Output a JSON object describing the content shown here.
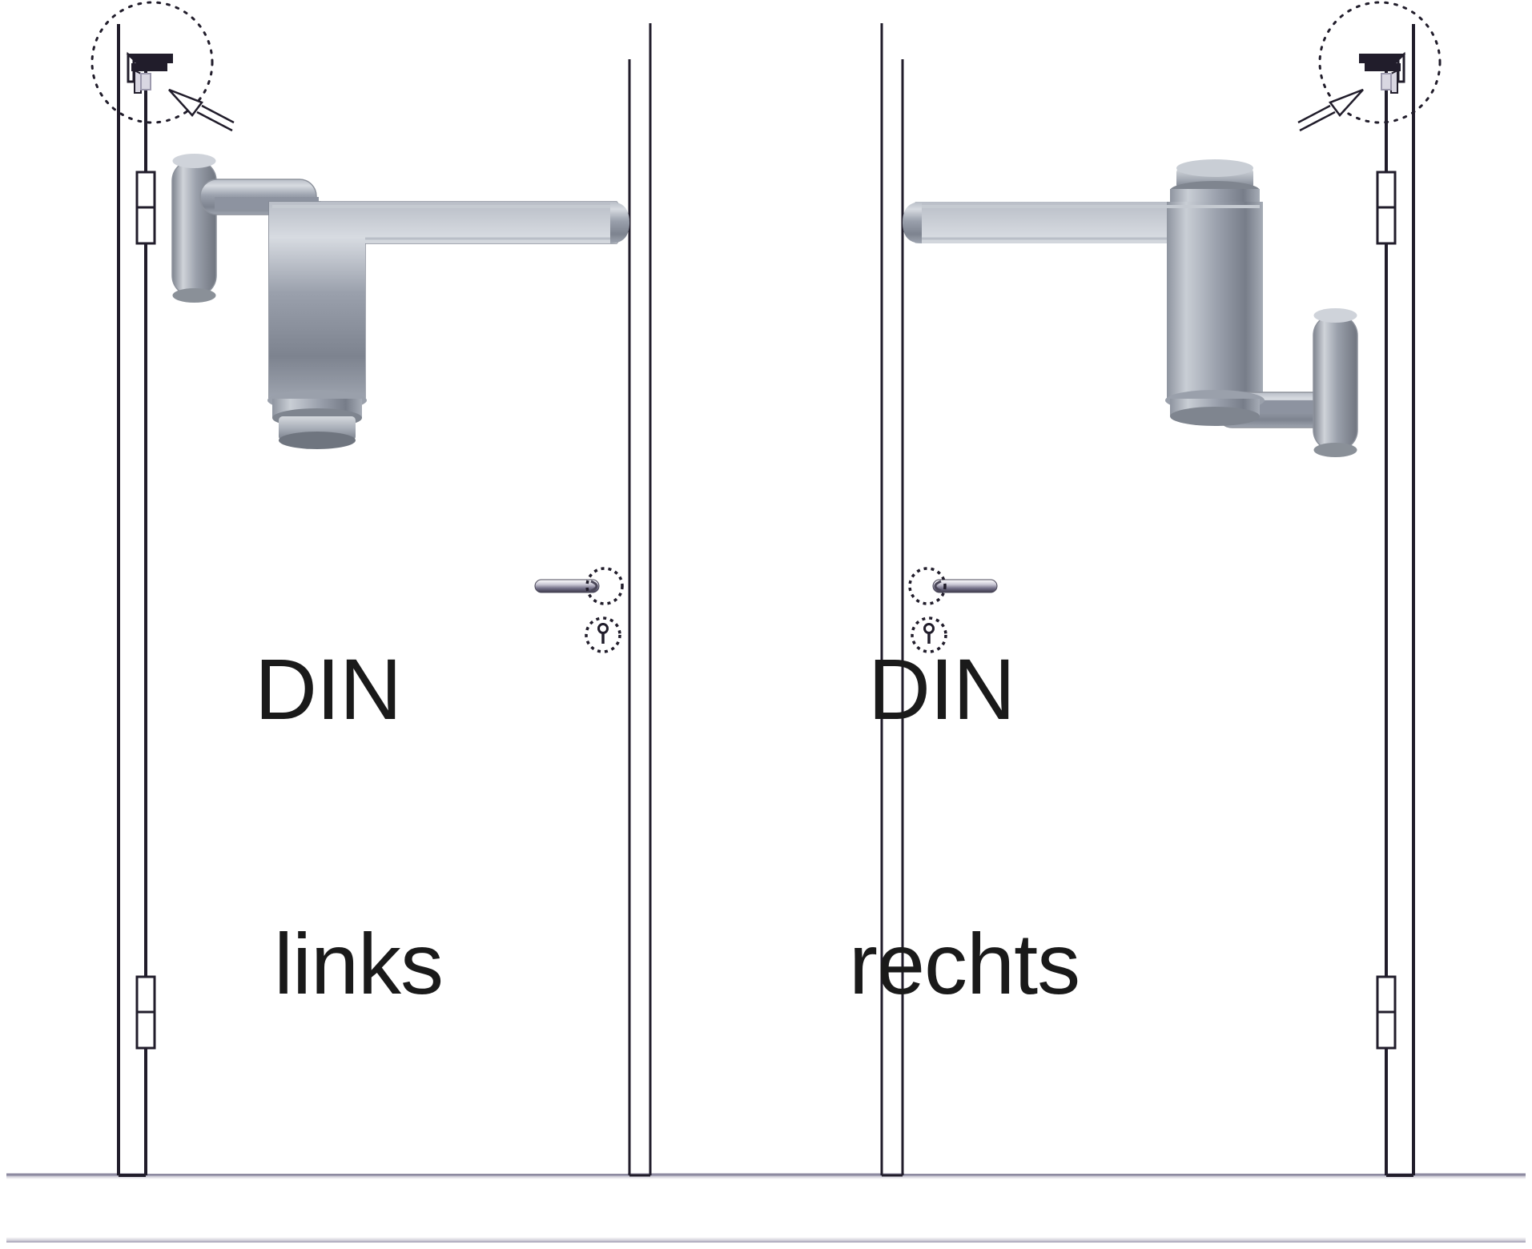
{
  "diagram": {
    "title": "DIN Tueranschlag (door handing) comparison drawing",
    "background_color": "#ffffff",
    "line_color": "#211d2b",
    "frame_line_color": "#8e8ba3",
    "metal_light": "#e9ebef",
    "metal_mid": "#9aa0ac",
    "metal_dark": "#6b717d"
  },
  "doors": [
    {
      "id": "left",
      "label_line1": "DIN",
      "label_line2": "links",
      "hinge_side": "left",
      "handle_side": "right",
      "detail_callout": "hinge-detail-circle",
      "elements": {
        "frame": "door-frame",
        "leaf": "door-leaf",
        "upper_hinge": "upper-hinge",
        "lower_hinge": "lower-hinge",
        "lever_handle": "lever-handle",
        "keyhole_escutcheon": "keyhole-escutcheon",
        "hinge_render": "hinge-3d-render"
      }
    },
    {
      "id": "right",
      "label_line1": "DIN",
      "label_line2": "rechts",
      "hinge_side": "right",
      "handle_side": "left",
      "detail_callout": "hinge-detail-circle",
      "elements": {
        "frame": "door-frame",
        "leaf": "door-leaf",
        "upper_hinge": "upper-hinge",
        "lower_hinge": "lower-hinge",
        "lever_handle": "lever-handle",
        "keyhole_escutcheon": "keyhole-escutcheon",
        "hinge_render": "hinge-3d-render"
      }
    }
  ],
  "floor": {
    "name": "floor-slab"
  }
}
